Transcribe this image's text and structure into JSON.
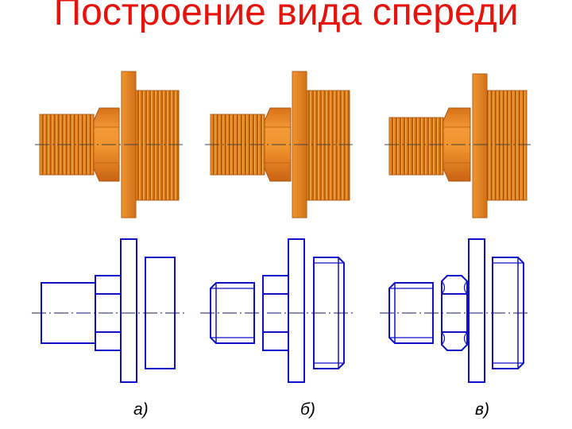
{
  "slide": {
    "title": "Построение вида спереди"
  },
  "labels": [
    "а)",
    "б)",
    "в)"
  ],
  "colors": {
    "title": "#e8120c",
    "drawing_line": "#1010c8",
    "part_fill": "#e8831a",
    "part_dark": "#b75e0c",
    "part_light": "#f6b055",
    "axis_line": "#333333"
  }
}
